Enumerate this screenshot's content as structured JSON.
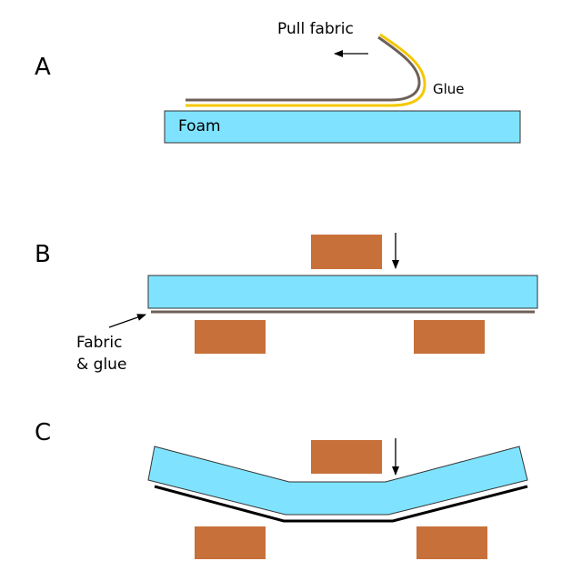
{
  "panels": [
    {
      "label": "A"
    },
    {
      "label": "B"
    },
    {
      "label": "C"
    }
  ],
  "annotations": {
    "pull_fabric": "Pull fabric",
    "glue": "Glue",
    "foam": "Foam",
    "fabric_glue_line1": "Fabric",
    "fabric_glue_line2": "& glue"
  },
  "colors": {
    "foam": "#7fe3ff",
    "fabric": "#6e6058",
    "glue": "#f5c800",
    "support_block": "#c8703a",
    "outline": "#333333"
  }
}
